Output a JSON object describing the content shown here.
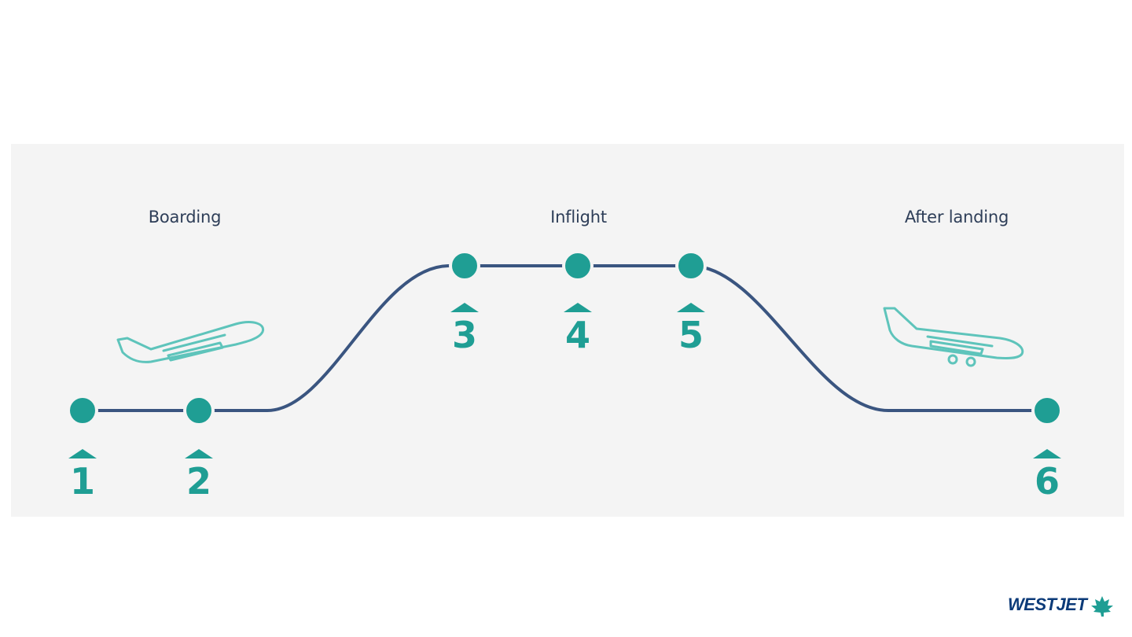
{
  "phases": {
    "boarding": "Boarding",
    "inflight": "Inflight",
    "after_landing": "After landing"
  },
  "stages": [
    "1",
    "2",
    "3",
    "4",
    "5",
    "6"
  ],
  "icons": {
    "takeoff": "airplane-takeoff-icon",
    "landing": "airplane-landing-icon"
  },
  "brand": {
    "name": "WESTJET",
    "colors": {
      "line": "#3a5580",
      "accent": "#1f9e94",
      "logo": "#0b3a78"
    }
  }
}
